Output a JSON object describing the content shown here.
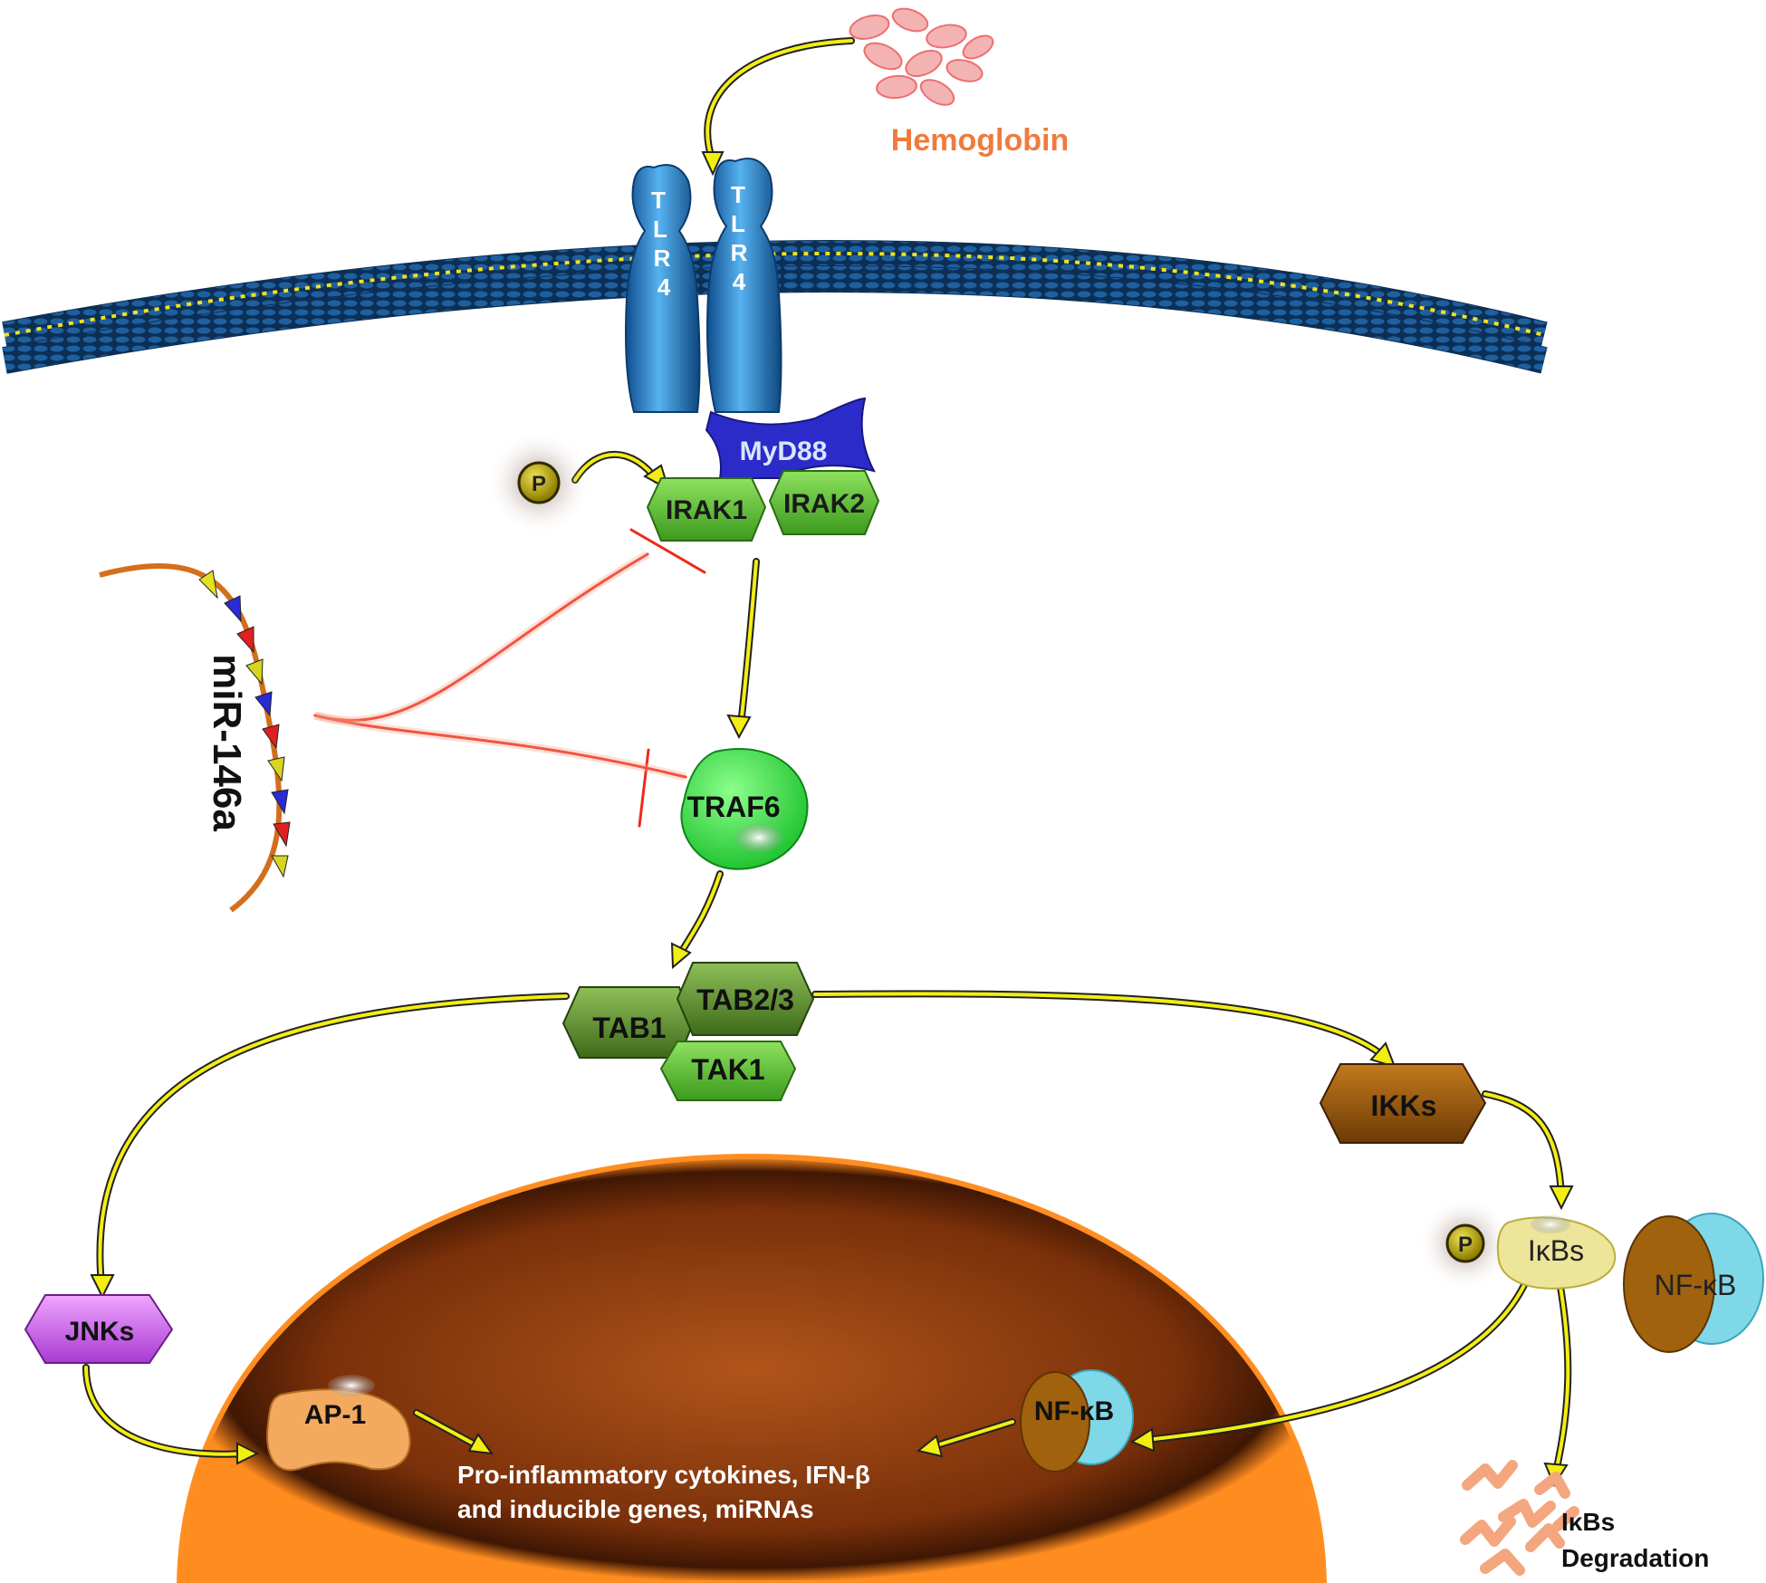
{
  "labels": {
    "hemoglobin": "Hemoglobin",
    "tlr4_letters": [
      "T",
      "L",
      "R",
      "4"
    ],
    "myd88": "MyD88",
    "phospho": "P",
    "irak1": "IRAK1",
    "irak2": "IRAK2",
    "mirna": "miR-146a",
    "traf6": "TRAF6",
    "tab1": "TAB1",
    "tab23": "TAB2/3",
    "tak1": "TAK1",
    "ikks": "IKKs",
    "ikbs": "IκBs",
    "nfkb": "NF-κB",
    "jnks": "JNKs",
    "ap1": "AP-1",
    "genes_line1": "Pro-inflammatory cytokines, IFN-β",
    "genes_line2": "and inducible genes, miRNAs",
    "ikbs_deg_line1": "IκBs",
    "ikbs_deg_line2": "Degradation"
  },
  "colors": {
    "hemoglobin": "#f07a3c",
    "membrane": "#1f5f9e",
    "membrane_core": "#f2e21b",
    "tlr4": "#2f8fd6",
    "myd88": "#2b2bc9",
    "irak": "#6cc83a",
    "traf6": "#3ee24a",
    "tab": "#6c9a36",
    "tak1": "#66cf3c",
    "ikks": "#9a5a0c",
    "ikbs": "#ece59a",
    "nfkb_left": "#a0620c",
    "nfkb_right": "#7fd8e8",
    "jnks": "#c35fe6",
    "ap1": "#f4aa5e",
    "nucleus": "#8a3a0c",
    "arrow": "#f3ee12",
    "inhibition": "#ee2a1a",
    "phospho": "#c2ad08",
    "ikbs_degradation": "#f4a67e"
  }
}
